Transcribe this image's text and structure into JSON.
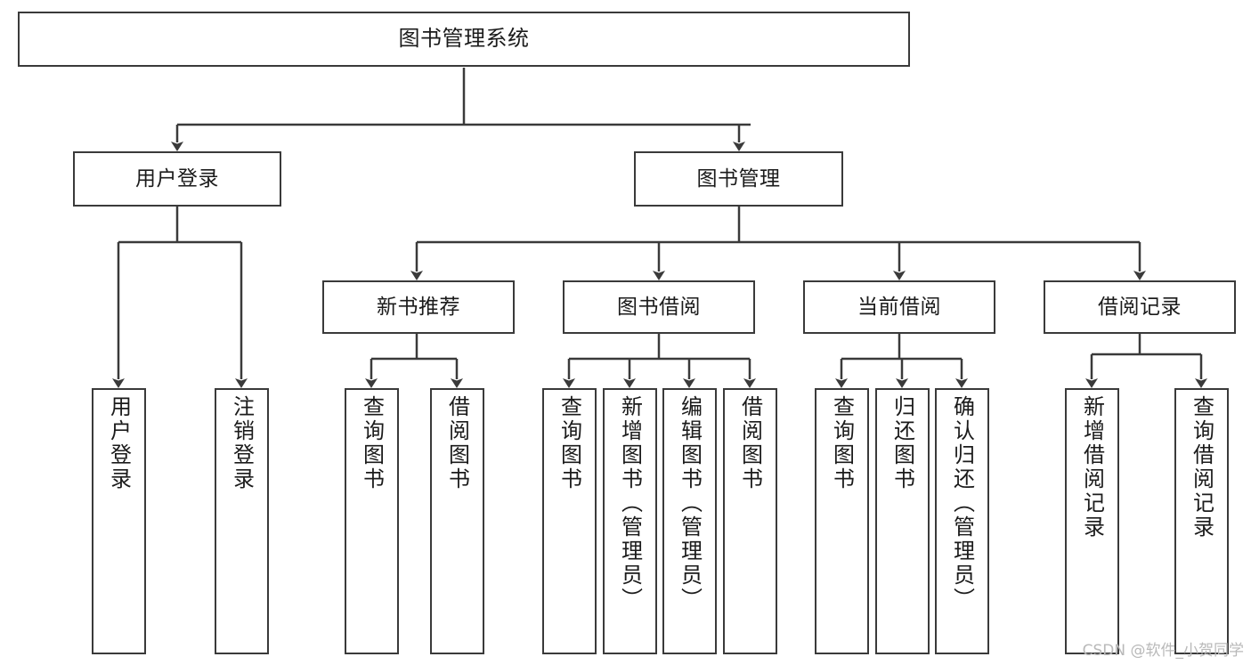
{
  "diagram": {
    "title": "图书管理系统",
    "type": "tree-hierarchy",
    "orientation": "top-down",
    "colors": {
      "box_border": "#3a3a3a",
      "box_fill": "#ffffff",
      "connector": "#3a3a3a",
      "text": "#1b1b1b",
      "watermark": "#b9b9b9",
      "background": "#ffffff"
    },
    "root": {
      "label": "图书管理系统"
    },
    "level2": [
      {
        "id": "user-login",
        "label": "用户登录"
      },
      {
        "id": "book-management",
        "label": "图书管理"
      }
    ],
    "level3": [
      {
        "id": "new-book-recommend",
        "label": "新书推荐"
      },
      {
        "id": "book-borrow",
        "label": "图书借阅"
      },
      {
        "id": "current-borrow",
        "label": "当前借阅"
      },
      {
        "id": "borrow-record",
        "label": "借阅记录"
      }
    ],
    "leaves": {
      "user_login": [
        {
          "id": "leaf-user-login",
          "label": "用户登录"
        },
        {
          "id": "leaf-logout",
          "label": "注销登录"
        }
      ],
      "new_book_recommend": [
        {
          "id": "leaf-query-book-1",
          "label": "查询图书"
        },
        {
          "id": "leaf-borrow-book-1",
          "label": "借阅图书"
        }
      ],
      "book_borrow": [
        {
          "id": "leaf-query-book-2",
          "label": "查询图书"
        },
        {
          "id": "leaf-add-book",
          "label": "新增图书（管理员）"
        },
        {
          "id": "leaf-edit-book",
          "label": "编辑图书（管理员）"
        },
        {
          "id": "leaf-borrow-book-2",
          "label": "借阅图书"
        }
      ],
      "current_borrow": [
        {
          "id": "leaf-query-book-3",
          "label": "查询图书"
        },
        {
          "id": "leaf-return-book",
          "label": "归还图书"
        },
        {
          "id": "leaf-confirm-return",
          "label": "确认归还（管理员）"
        }
      ],
      "borrow_record": [
        {
          "id": "leaf-add-record",
          "label": "新增借阅记录"
        },
        {
          "id": "leaf-query-record",
          "label": "查询借阅记录"
        }
      ]
    }
  },
  "watermark": {
    "text": "CSDN @软件_小贺同学"
  }
}
